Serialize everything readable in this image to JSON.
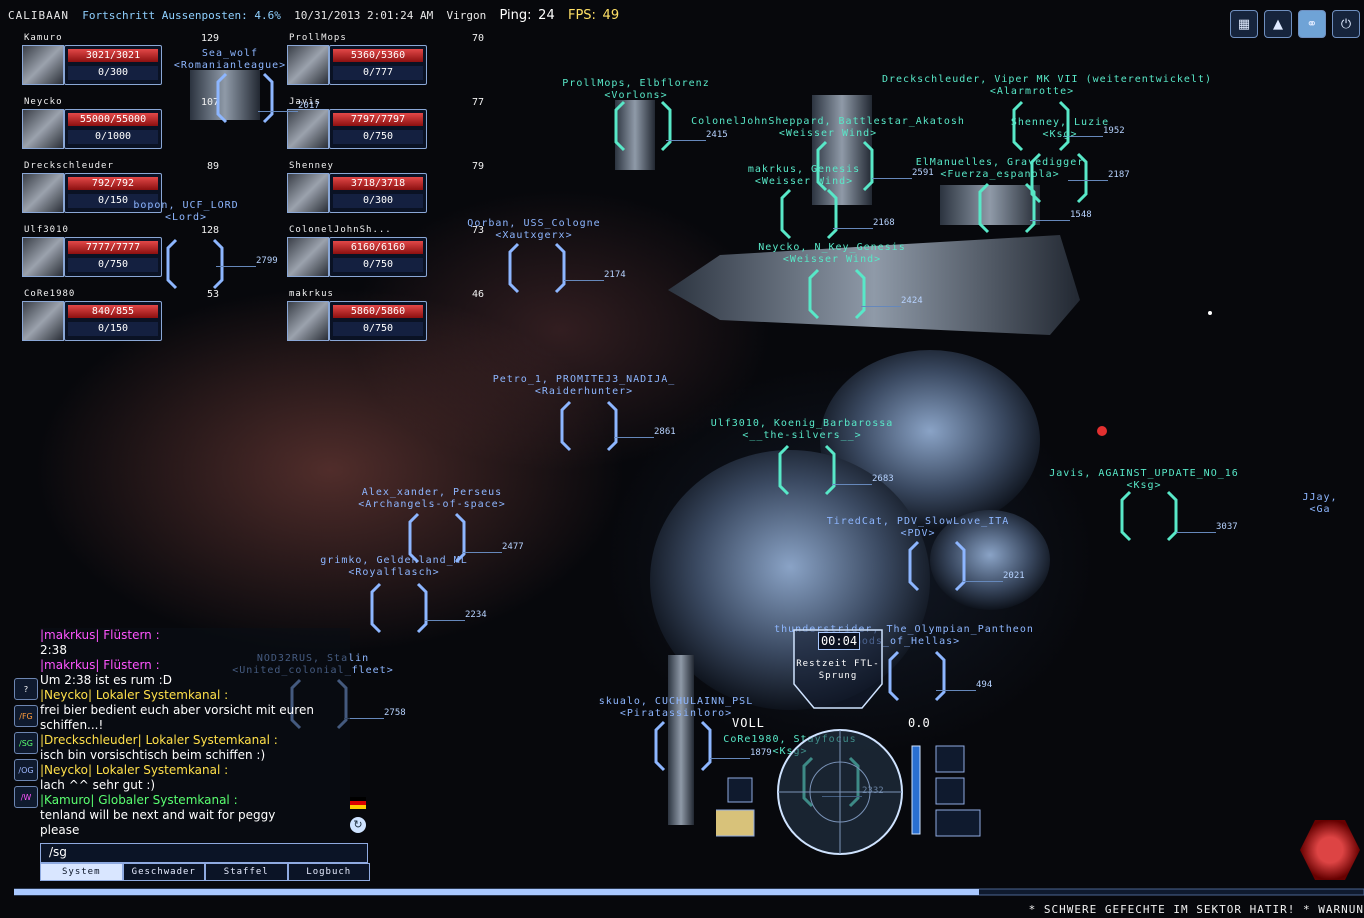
{
  "topbar": {
    "game": "CALIBAAN",
    "progress": "Fortschritt Aussenposten: 4.6%",
    "datetime": "10/31/2013 2:01:24 AM",
    "server": "Virgon",
    "ping_label": "Ping:",
    "ping": "24",
    "fps_label": "FPS:",
    "fps": "49",
    "icons": [
      "hangar-icon",
      "ship-launch-icon",
      "map-icon",
      "power-icon"
    ]
  },
  "squad": [
    {
      "name": "Kamuro",
      "level": "129",
      "hp": "3021/3021",
      "shield": "0/300"
    },
    {
      "name": "ProllMops",
      "level": "70",
      "hp": "5360/5360",
      "shield": "0/777"
    },
    {
      "name": "Neycko",
      "level": "107",
      "hp": "55000/55000",
      "shield": "0/1000"
    },
    {
      "name": "Javis",
      "level": "77",
      "hp": "7797/7797",
      "shield": "0/750"
    },
    {
      "name": "Dreckschleuder",
      "level": "89",
      "hp": "792/792",
      "shield": "0/150"
    },
    {
      "name": "Shenney",
      "level": "79",
      "hp": "3718/3718",
      "shield": "0/300"
    },
    {
      "name": "Ulf3010",
      "level": "128",
      "hp": "7777/7777",
      "shield": "0/750"
    },
    {
      "name": "ColonelJohnSh...",
      "level": "73",
      "hp": "6160/6160",
      "shield": "0/750"
    },
    {
      "name": "CoRe1980",
      "level": "53",
      "hp": "840/855",
      "shield": "0/150"
    },
    {
      "name": "makrkus",
      "level": "46",
      "hp": "5860/5860",
      "shield": "0/750"
    }
  ],
  "labels": [
    {
      "t1": "ProllMops, Elbflorenz",
      "t2": "<Vorlons>",
      "dist": "2415",
      "color": "green"
    },
    {
      "t1": "Dreckschleuder, Viper MK VII (weiterentwickelt)",
      "t2": "<Alarmrotte>",
      "dist": "1952",
      "color": "green"
    },
    {
      "t1": "ColonelJohnSheppard, Battlestar_Akatosh",
      "t2": "<Weisser Wind>",
      "dist": "2591",
      "color": "green"
    },
    {
      "t1": "Shenney, Luzie",
      "t2": "<Ksg>",
      "dist": "2187",
      "color": "green"
    },
    {
      "t1": "makrkus, Genesis",
      "t2": "<Weisser Wind>",
      "dist": "2168",
      "color": "green"
    },
    {
      "t1": "ElManuelles, Gravedigger",
      "t2": "<Fuerza_espanola>",
      "dist": "1548",
      "color": "green"
    },
    {
      "t1": "Qorban, USS_Cologne",
      "t2": "<Xautxgerx>",
      "dist": "2174",
      "color": "blue"
    },
    {
      "t1": "Neycko, N_Key_Genesis",
      "t2": "<Weisser Wind>",
      "dist": "2424",
      "color": "green"
    },
    {
      "t1": "bopon, UCF_LORD",
      "t2": "<Lord>",
      "dist": "2799",
      "color": "blue"
    },
    {
      "t1": "Petro_1, PROMITEJ3_NADIJA_",
      "t2": "<Raiderhunter>",
      "dist": "2861",
      "color": "blue"
    },
    {
      "t1": "Ulf3010, Koenig_Barbarossa",
      "t2": "<__the-silvers__>",
      "dist": "2683",
      "color": "green"
    },
    {
      "t1": "Javis, AGAINST_UPDATE_NO_16",
      "t2": "<Ksg>",
      "dist": "3037",
      "color": "green"
    },
    {
      "t1": "Alex_xander, Perseus",
      "t2": "<Archangels-of-space>",
      "dist": "2477",
      "color": "blue"
    },
    {
      "t1": "TiredCat, PDV_SlowLove_ITA",
      "t2": "<PDV>",
      "dist": "2021",
      "color": "blue"
    },
    {
      "t1": "grimko, Geldenland_ML",
      "t2": "<Royalflasch>",
      "dist": "2234",
      "color": "blue"
    },
    {
      "t1": "thunderstrider, The_Olympian_Pantheon",
      "t2": "<Gods_of_Hellas>",
      "dist": "494",
      "color": "blue"
    },
    {
      "t1": "NOD32RUS, Stalin",
      "t2": "<United_colonial_fleet>",
      "dist": "2758",
      "color": "blue"
    },
    {
      "t1": "skualo, CUCHULAINN_PSL",
      "t2": "<Piratassinloro>",
      "dist": "1879",
      "color": "blue"
    },
    {
      "t1": "CoRe1980, Stayfocus",
      "t2": "<Ksg>",
      "dist": "2332",
      "color": "green"
    },
    {
      "t1": "Sea_wolf",
      "t2": "<Romanianleague>",
      "dist": "2017",
      "color": "blue"
    },
    {
      "t1": "JJay,",
      "t2": "<Ga",
      "dist": "",
      "color": "blue"
    }
  ],
  "chat": {
    "lines": [
      {
        "text": "|makrkus|   Flüstern :",
        "c": "m"
      },
      {
        "text": "2:38",
        "c": "w"
      },
      {
        "text": "|makrkus|   Flüstern :",
        "c": "m"
      },
      {
        "text": "Um 2:38 ist es rum :D",
        "c": "w"
      },
      {
        "text": "|Neycko|   Lokaler Systemkanal :",
        "c": "y"
      },
      {
        "text": "frei bier bedient euch aber vorsicht mit euren",
        "c": "w"
      },
      {
        "text": "schiffen...!",
        "c": "w"
      },
      {
        "text": "|Dreckschleuder|   Lokaler Systemkanal :",
        "c": "y"
      },
      {
        "text": "isch bin vorsischtisch beim schiffen :)",
        "c": "w"
      },
      {
        "text": "|Neycko|   Lokaler Systemkanal :",
        "c": "y"
      },
      {
        "text": "lach ^^ sehr gut :)",
        "c": "w"
      },
      {
        "text": "|Kamuro|   Globaler Systemkanal :",
        "c": "g"
      },
      {
        "text": "tenland will be next and wait for peggy",
        "c": "w"
      },
      {
        "text": "please",
        "c": "w"
      }
    ],
    "input_value": "/sg",
    "tabs": [
      "System",
      "Geschwader",
      "Staffel",
      "Logbuch"
    ],
    "channels": [
      "?",
      "/FG",
      "/SG",
      "/OG",
      "/W"
    ]
  },
  "ftl": {
    "time": "00:04",
    "label": "Restzeit FTL-Sprung"
  },
  "hud": {
    "voll": "VOLL",
    "speed": "0.0"
  },
  "ticker": "* SCHWERE GEFECHTE IM SEKTOR HATIR! * WARNUN",
  "colors": {
    "ally_label": "#58e8c8",
    "neutral_label": "#8db6ff",
    "hp_bar": "#d03030"
  }
}
